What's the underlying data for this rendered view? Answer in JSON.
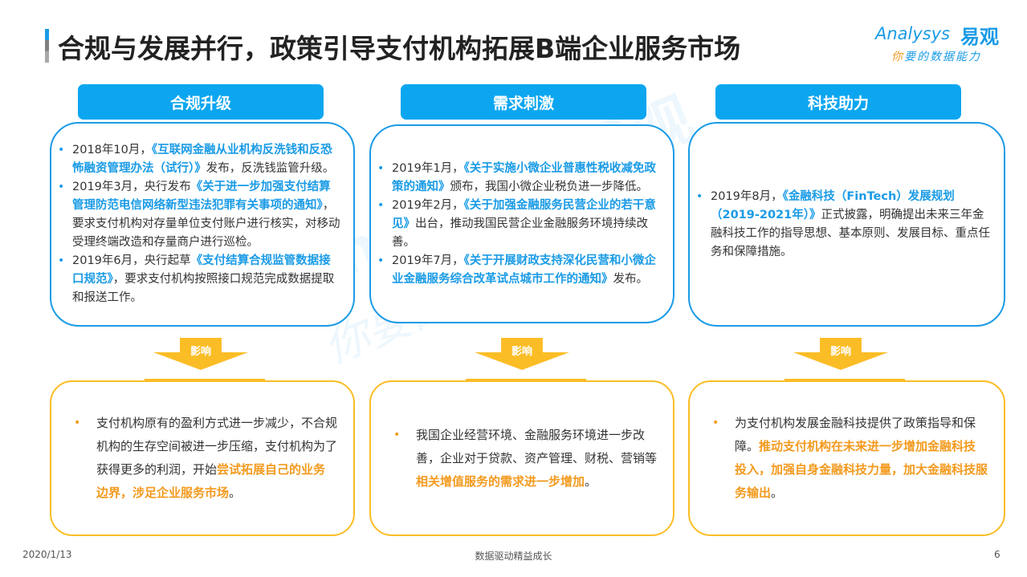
{
  "header": {
    "title": "合规与发展并行，政策引导支付机构拓展B端企业服务市场",
    "logo": {
      "en": "Analysys",
      "cn": "易观",
      "slogan_first": "你",
      "slogan_rest": "要的数据能力"
    }
  },
  "watermark": {
    "line1": "Analysys 易观",
    "line2": "你要的数据能力"
  },
  "columns": [
    {
      "header": "合规升级",
      "policies": [
        {
          "prefix": "2018年10月，",
          "highlight": "《互联网金融从业机构反洗钱和反恐怖融资管理办法（试行）》",
          "suffix": "发布，反洗钱监管升级。"
        },
        {
          "prefix": "2019年3月，央行发布",
          "highlight": "《关于进一步加强支付结算管理防范电信网络新型违法犯罪有关事项的通知》",
          "suffix": "，要求支付机构对存量单位支付账户进行核实，对移动受理终端改造和存量商户进行巡检。"
        },
        {
          "prefix": "2019年6月，央行起草",
          "highlight": "《支付结算合规监管数据接口规范》",
          "suffix": "，要求支付机构按照接口规范完成数据提取和报送工作。"
        }
      ],
      "arrow_label": "影响",
      "impact": {
        "normal": "支付机构原有的盈利方式进一步减少，不合规机构的生存空间被进一步压缩，支付机构为了获得更多的利润，开始",
        "highlight": "尝试拓展自己的业务边界，涉足企业服务市场",
        "tail": "。"
      }
    },
    {
      "header": "需求刺激",
      "policies": [
        {
          "prefix": "2019年1月，",
          "highlight": "《关于实施小微企业普惠性税收减免政策的通知》",
          "suffix": "颁布，我国小微企业税负进一步降低。"
        },
        {
          "prefix": "2019年2月，",
          "highlight": "《关于加强金融服务民营企业的若干意见》",
          "suffix": "出台，推动我国民营企业金融服务环境持续改善。"
        },
        {
          "prefix": "2019年7月，",
          "highlight": "《关于开展财政支持深化民营和小微企业金融服务综合改革试点城市工作的通知》",
          "suffix": "发布。"
        }
      ],
      "arrow_label": "影响",
      "impact": {
        "normal": "我国企业经营环境、金融服务环境进一步改善，企业对于贷款、资产管理、财税、营销等",
        "highlight": "相关增值服务的需求进一步增加",
        "tail": "。"
      }
    },
    {
      "header": "科技助力",
      "policies": [
        {
          "prefix": "2019年8月，",
          "highlight": "《金融科技（FinTech）发展规划（2019-2021年）》",
          "suffix": "正式披露，明确提出未来三年金融科技工作的指导思想、基本原则、发展目标、重点任务和保障措施。"
        }
      ],
      "arrow_label": "影响",
      "impact": {
        "normal": "为支付机构发展金融科技提供了政策指导和保障。",
        "highlight": "推动支付机构在未来进一步增加金融科技投入，加强自身金融科技力量，加大金融科技服务输出",
        "tail": "。"
      }
    }
  ],
  "footer": {
    "date": "2020/1/13",
    "slogan": "数据驱动精益成长",
    "page": "6"
  },
  "colors": {
    "blue": "#0ca6f0",
    "blue_text": "#1a9be6",
    "orange": "#f39a1e",
    "yellow": "#fbbd26"
  }
}
